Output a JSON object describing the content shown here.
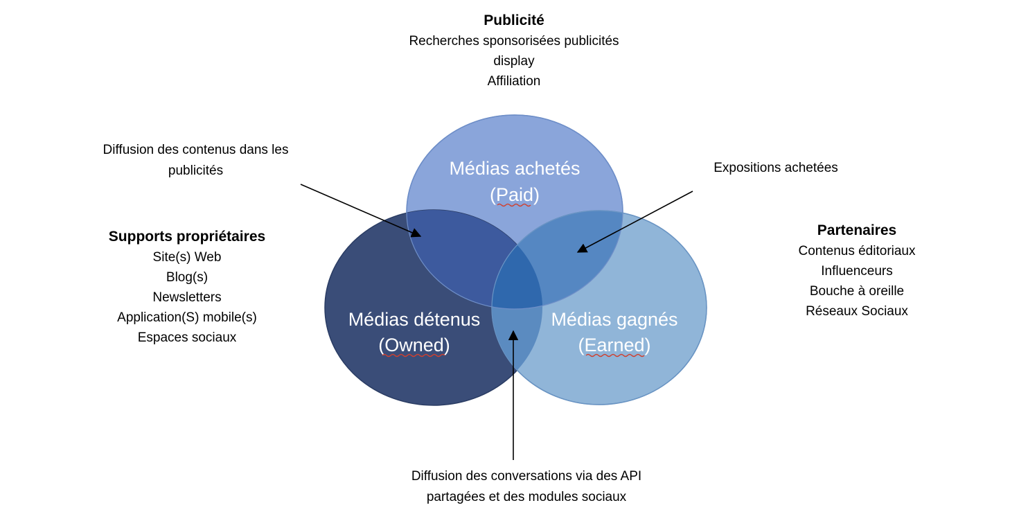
{
  "circles": {
    "paid": {
      "label_line1": "Médias achetés",
      "label_line2": "(Paid)",
      "color": "#7f9fd5"
    },
    "owned": {
      "label_line1": "Médias détenus",
      "label_line2": "(Owned)",
      "color": "#2d4573"
    },
    "earned": {
      "label_line1": "Médias gagnés",
      "label_line2": "(Earned)",
      "color": "#7fa9d6"
    }
  },
  "paid_block": {
    "heading": "Publicité",
    "items": [
      "Recherches sponsorisées publicités",
      "display",
      "Affiliation"
    ]
  },
  "owned_block": {
    "heading": "Supports propriétaires",
    "items": [
      "Site(s) Web",
      "Blog(s)",
      "Newsletters",
      "Application(S) mobile(s)",
      "Espaces sociaux"
    ]
  },
  "earned_block": {
    "heading": "Partenaires",
    "items": [
      "Contenus éditoriaux",
      "Influenceurs",
      "Bouche à oreille",
      "Réseaux Sociaux"
    ]
  },
  "notes": {
    "paid_owned": [
      "Diffusion des contenus dans les",
      "publicités"
    ],
    "paid_earned": [
      "Expositions achetées"
    ],
    "center": [
      "Diffusion des conversations via des API",
      "partagées et des modules sociaux"
    ]
  }
}
